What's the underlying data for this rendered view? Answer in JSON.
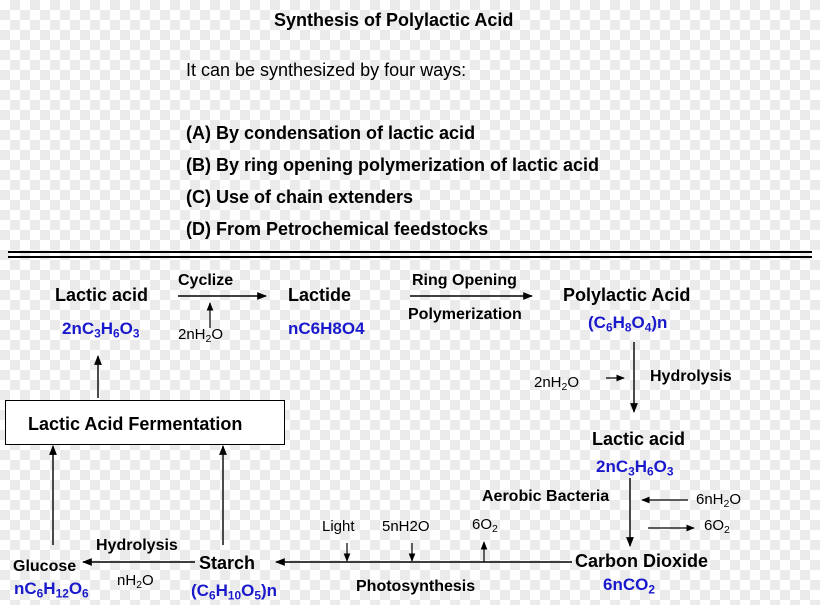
{
  "header": {
    "title": "Synthesis of Polylactic Acid",
    "intro": "It can be synthesized by four ways:",
    "ways": [
      {
        "letter": "(A)",
        "text": "By condensation of lactic acid"
      },
      {
        "letter": "(B)",
        "text": "By ring opening polymerization of lactic acid"
      },
      {
        "letter": "(C)",
        "text": "Use of chain extenders"
      },
      {
        "letter": "(D)",
        "text": "From Petrochemical feedstocks"
      }
    ]
  },
  "diagram": {
    "lactic_acid_top": {
      "name": "Lactic acid",
      "formula": {
        "pre": "2nC",
        "s1": "3",
        "m1": "H",
        "s2": "6",
        "m2": "O",
        "s3": "3"
      }
    },
    "cyclize": {
      "label": "Cyclize",
      "water": {
        "pre": "2nH",
        "sub": "2",
        "post": "O"
      }
    },
    "lactide": {
      "name": "Lactide",
      "formula": "nC6H8O4"
    },
    "ring_opening": {
      "label1": "Ring Opening",
      "label2": "Polymerization"
    },
    "polylactic": {
      "name": "Polylactic Acid",
      "formula": {
        "p0": "(C",
        "s1": "6",
        "m1": "H",
        "s2": "8",
        "m2": "O",
        "s3": "4",
        "post": ")n"
      }
    },
    "hydrolysis_right": {
      "label": "Hydrolysis",
      "water": {
        "pre": "2nH",
        "sub": "2",
        "post": "O"
      }
    },
    "lactic_acid_right": {
      "name": "Lactic acid",
      "formula": {
        "pre": "2nC",
        "s1": "3",
        "m1": "H",
        "s2": "6",
        "m2": "O",
        "s3": "3"
      }
    },
    "aerobic": {
      "label": "Aerobic Bacteria",
      "water": {
        "pre": "6nH",
        "sub": "2",
        "post": "O"
      },
      "oxygen": {
        "pre": "6O",
        "sub": "2"
      }
    },
    "carbon_dioxide": {
      "name": "Carbon Dioxide",
      "formula": {
        "pre": "6nCO",
        "sub": "2"
      }
    },
    "fermentation": {
      "label": "Lactic Acid Fermentation"
    },
    "photosynthesis": {
      "label": "Photosynthesis",
      "light": "Light",
      "water": "5nH2O",
      "oxygen": {
        "pre": "6O",
        "sub": "2"
      }
    },
    "starch": {
      "name": "Starch",
      "formula": {
        "p0": "(C",
        "s1": "6",
        "m1": "H",
        "s2": "10",
        "m2": "O",
        "s3": "5",
        "post": ")n"
      }
    },
    "hydrolysis_left": {
      "label": "Hydrolysis",
      "water": {
        "pre": "nH",
        "sub": "2",
        "post": "O"
      }
    },
    "glucose": {
      "name": "Glucose",
      "formula": {
        "pre": "nC",
        "s1": "6",
        "m1": "H",
        "s2": "12",
        "m2": "O",
        "s3": "6"
      }
    }
  }
}
